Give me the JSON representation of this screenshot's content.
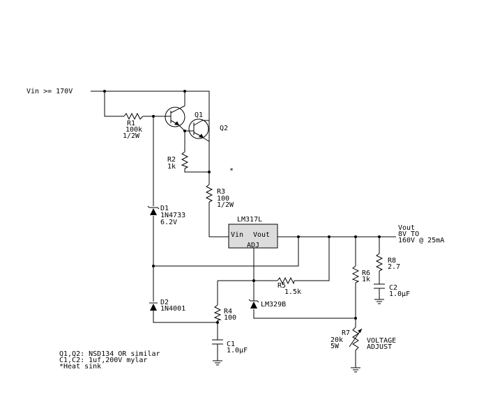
{
  "labels": {
    "vin": "Vin >= 170V",
    "r1": [
      "R1",
      "100k",
      "1/2W"
    ],
    "q1": "Q1",
    "q2": "Q2",
    "r2": [
      "R2",
      "1k"
    ],
    "heatsink_mark": "*",
    "r3": [
      "R3",
      "100",
      "1/2W"
    ],
    "d1": [
      "D1",
      "1N4733",
      "6.2V"
    ],
    "ic_name": "LM317L",
    "ic_vin": "Vin",
    "ic_vout": "Vout",
    "ic_adj": "ADJ",
    "vout": [
      "Vout",
      "8V TO",
      "160V @ 25mA"
    ],
    "r8": [
      "R8",
      "2.7"
    ],
    "c2": [
      "C2",
      "1.0µF"
    ],
    "r6": [
      "R6",
      "1k"
    ],
    "r5": [
      "R5",
      "1.5k"
    ],
    "d2": [
      "D2",
      "1N4001"
    ],
    "r4": [
      "R4",
      "100"
    ],
    "lm329": "LM329B",
    "r7": [
      "R7",
      "20k",
      "5W"
    ],
    "voltage_adjust": [
      "VOLTAGE",
      "ADJUST"
    ],
    "c1": [
      "C1",
      "1.0µF"
    ],
    "notes": [
      "Q1,Q2: NSD134 OR similar",
      "C1,C2: 1uf,200V mylar",
      "*Heat sink"
    ]
  }
}
